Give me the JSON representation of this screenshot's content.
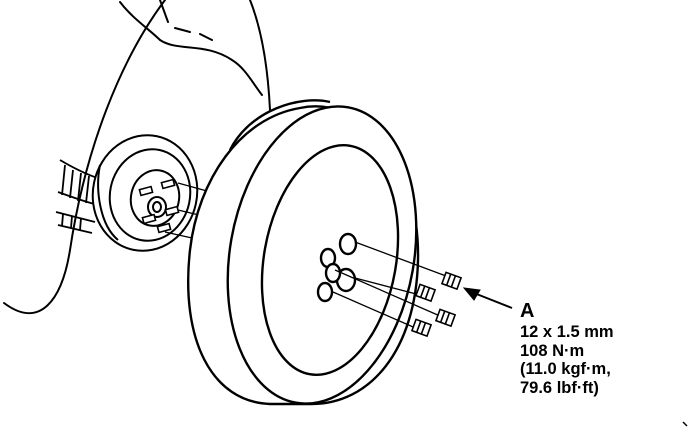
{
  "callout": {
    "letter": "A",
    "lines": [
      "12 x 1.5 mm",
      "108 N·m",
      "(11.0 kgf·m,",
      "79.6 lbf·ft)"
    ]
  },
  "icons": {
    "arrow": "left-pointing-arrow-icon",
    "nut": "wheel-nut-icon"
  },
  "colors": {
    "ink": "#000000",
    "paper": "#ffffff"
  }
}
